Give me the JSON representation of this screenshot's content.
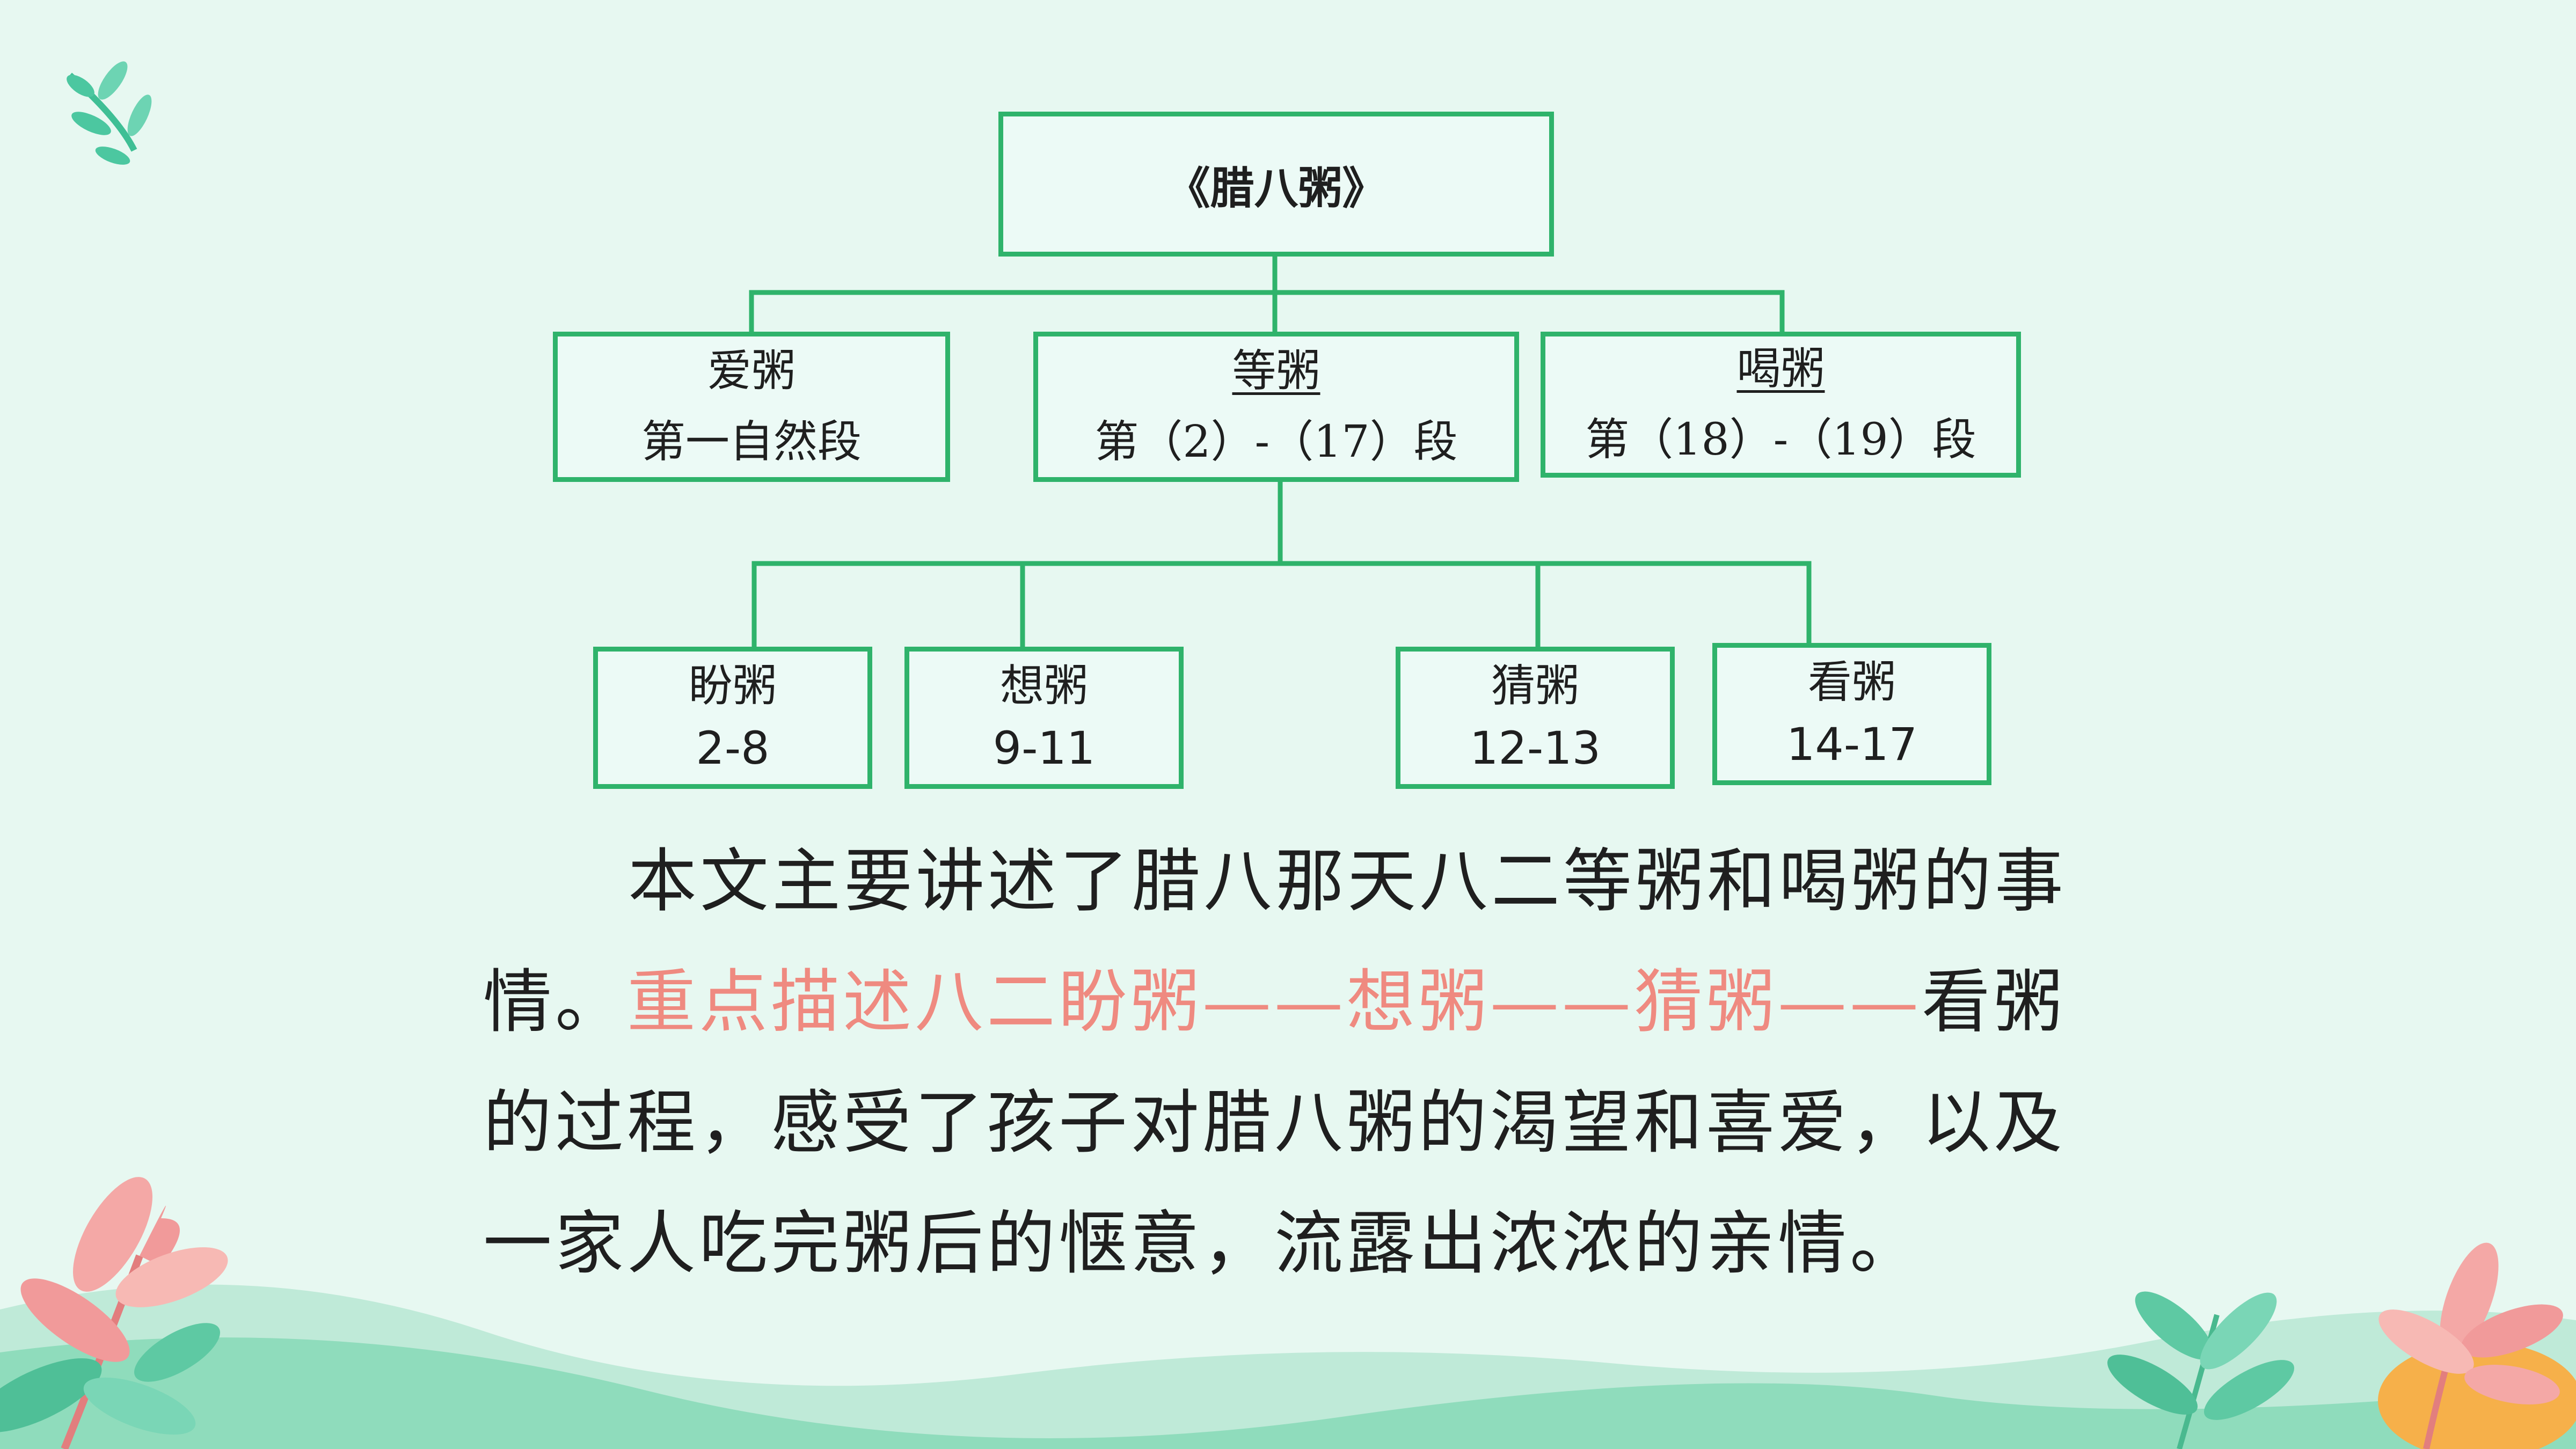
{
  "diagram": {
    "root": {
      "title": "《腊八粥》"
    },
    "level1": [
      {
        "title": "爱粥",
        "subtitle": "第一自然段"
      },
      {
        "title": "等粥",
        "subtitle": "第（2）-（17）段"
      },
      {
        "title": "喝粥",
        "subtitle": "第（18）-（19）段"
      }
    ],
    "level2": [
      {
        "title": "盼粥",
        "range": "2-8"
      },
      {
        "title": "想粥",
        "range": "9-11"
      },
      {
        "title": "猜粥",
        "range": "12-13"
      },
      {
        "title": "看粥",
        "range": "14-17"
      }
    ]
  },
  "paragraph": {
    "part1": "本文主要讲述了腊八那天八二等粥和喝粥的事情。",
    "highlight": "重点描述八二盼粥——想粥——猜粥——",
    "part2": "看粥的过程，感受了孩子对腊八粥的渴望和喜爱，以及一家人吃完粥后的惬意，流露出浓浓的亲情。"
  },
  "colors": {
    "background": "#e7f8f1",
    "box_border": "#2fb36b",
    "highlight_text": "#ef8a80",
    "leaf_teal": "#5ec9a3",
    "leaf_pink": "#f19a9a",
    "wave_green": "#8fdcbc",
    "accent_orange": "#f6b04a"
  }
}
